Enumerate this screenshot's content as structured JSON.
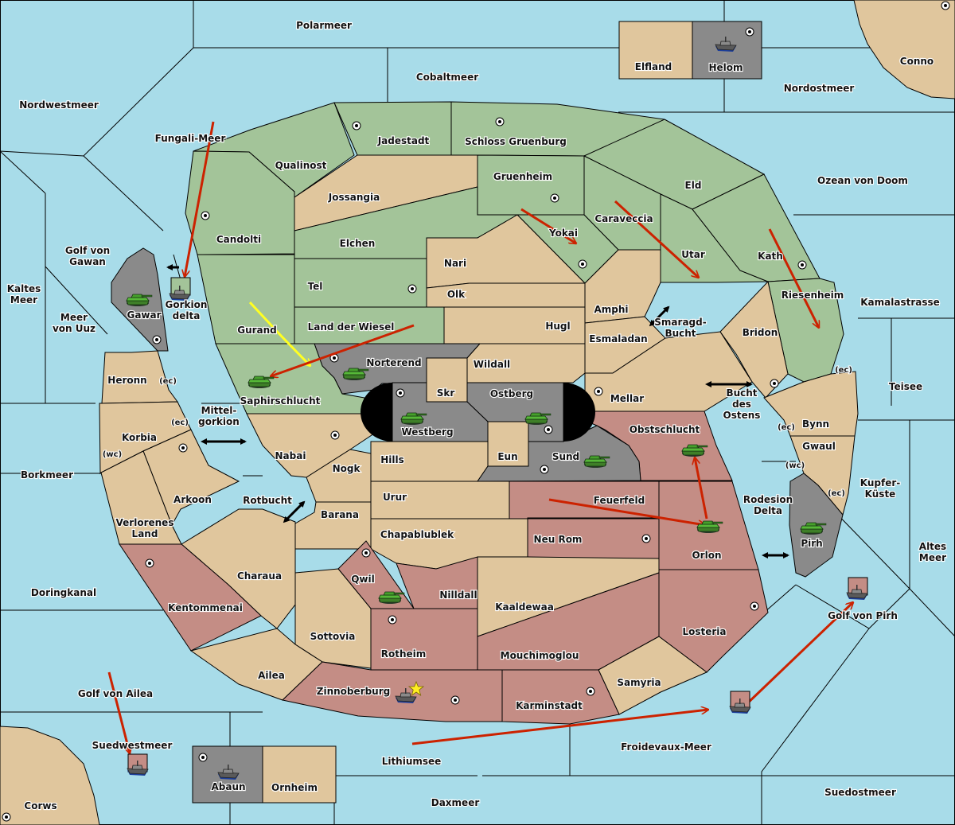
{
  "game": {
    "type": "diplomacy-style map",
    "colors": {
      "sea": "#a8dce9",
      "neutral_land": "#e0c69d",
      "green_power": "#a3c499",
      "red_power": "#c48d85",
      "gray_power": "#8a8a8a",
      "impassable": "#000000",
      "move_arrow": "#cc2200",
      "support_arrow": "#ffff22",
      "home_star": "#ffee22"
    }
  },
  "seas": [
    {
      "id": "polarmeer",
      "label": "Polarmeer"
    },
    {
      "id": "cobaltmeer",
      "label": "Cobaltmeer"
    },
    {
      "id": "nordwestmeer",
      "label": "Nordwestmeer"
    },
    {
      "id": "nordostmeer",
      "label": "Nordostmeer"
    },
    {
      "id": "fungali",
      "label": "Fungali-Meer"
    },
    {
      "id": "ozean",
      "label": "Ozean von Doom"
    },
    {
      "id": "golf_gawan",
      "label": "Golf von\nGawan"
    },
    {
      "id": "kaltes",
      "label": "Kaltes\nMeer"
    },
    {
      "id": "uuz",
      "label": "Meer\nvon Uuz"
    },
    {
      "id": "kamalastrasse",
      "label": "Kamalastrasse"
    },
    {
      "id": "teisee",
      "label": "Teisee"
    },
    {
      "id": "borkmeer",
      "label": "Borkmeer"
    },
    {
      "id": "mittelgorkion",
      "label": "Mittel-\ngorkion"
    },
    {
      "id": "rotbucht",
      "label": "Rotbucht"
    },
    {
      "id": "smaragd",
      "label": "Smaragd-\nBucht"
    },
    {
      "id": "bucht_ostens",
      "label": "Bucht\ndes\nOstens"
    },
    {
      "id": "rodesion",
      "label": "Rodesion\nDelta"
    },
    {
      "id": "kupfer",
      "label": "Kupfer-\nKüste"
    },
    {
      "id": "altes",
      "label": "Altes\nMeer"
    },
    {
      "id": "doringkanal",
      "label": "Doringkanal"
    },
    {
      "id": "golf_pirh",
      "label": "Golf von Pirh"
    },
    {
      "id": "golf_ailea",
      "label": "Golf von Ailea"
    },
    {
      "id": "suedwestmeer",
      "label": "Suedwestmeer"
    },
    {
      "id": "froidevaux",
      "label": "Froidevaux-Meer"
    },
    {
      "id": "lithiumsee",
      "label": "Lithiumsee"
    },
    {
      "id": "daxmeer",
      "label": "Daxmeer"
    },
    {
      "id": "suedostmeer",
      "label": "Suedostmeer"
    },
    {
      "id": "gorkion_delta",
      "label": "Gorkion\ndelta"
    }
  ],
  "provinces": [
    {
      "id": "elfland",
      "label": "Elfland",
      "owner": "neutral"
    },
    {
      "id": "helom",
      "label": "Helom",
      "owner": "gray",
      "sc": true
    },
    {
      "id": "conno",
      "label": "Conno",
      "owner": "neutral",
      "sc": true
    },
    {
      "id": "qualinost",
      "label": "Qualinost",
      "owner": "green"
    },
    {
      "id": "jadestadt",
      "label": "Jadestadt",
      "owner": "green",
      "sc": true
    },
    {
      "id": "schloss",
      "label": "Schloss Gruenburg",
      "owner": "green",
      "sc": true
    },
    {
      "id": "eld",
      "label": "Eld",
      "owner": "green"
    },
    {
      "id": "candolti",
      "label": "Candolti",
      "owner": "green",
      "sc": true
    },
    {
      "id": "jossangia",
      "label": "Jossangia",
      "owner": "neutral"
    },
    {
      "id": "gruenheim",
      "label": "Gruenheim",
      "owner": "green",
      "sc": true
    },
    {
      "id": "caraveccia",
      "label": "Caraveccia",
      "owner": "green"
    },
    {
      "id": "elchen",
      "label": "Elchen",
      "owner": "green"
    },
    {
      "id": "yokai",
      "label": "Yokai",
      "owner": "green",
      "sc": true
    },
    {
      "id": "utar",
      "label": "Utar",
      "owner": "green"
    },
    {
      "id": "kath",
      "label": "Kath",
      "owner": "green",
      "sc": true
    },
    {
      "id": "nari",
      "label": "Nari",
      "owner": "neutral"
    },
    {
      "id": "tel",
      "label": "Tel",
      "owner": "green",
      "sc": true
    },
    {
      "id": "olk",
      "label": "Olk",
      "owner": "neutral"
    },
    {
      "id": "gurand",
      "label": "Gurand",
      "owner": "green"
    },
    {
      "id": "amphi",
      "label": "Amphi",
      "owner": "neutral"
    },
    {
      "id": "riesenheim",
      "label": "Riesenheim",
      "owner": "green"
    },
    {
      "id": "gawar",
      "label": "Gawar",
      "owner": "gray",
      "sc": true
    },
    {
      "id": "land_wiesel",
      "label": "Land der Wiesel",
      "owner": "green"
    },
    {
      "id": "hugl",
      "label": "Hugl",
      "owner": "neutral"
    },
    {
      "id": "bridon",
      "label": "Bridon",
      "owner": "neutral",
      "sc": true
    },
    {
      "id": "esmaladan",
      "label": "Esmaladan",
      "owner": "neutral"
    },
    {
      "id": "norterend",
      "label": "Norterend",
      "owner": "gray",
      "sc": true
    },
    {
      "id": "wildall",
      "label": "Wildall",
      "owner": "neutral"
    },
    {
      "id": "heronn",
      "label": "Heronn",
      "owner": "neutral",
      "coasts": [
        "(ec)"
      ]
    },
    {
      "id": "saphirschlucht",
      "label": "Saphirschlucht",
      "owner": "green"
    },
    {
      "id": "skr",
      "label": "Skr",
      "owner": "neutral"
    },
    {
      "id": "ostberg",
      "label": "Ostberg",
      "owner": "gray",
      "sc": true
    },
    {
      "id": "mellar",
      "label": "Mellar",
      "owner": "neutral",
      "sc": true
    },
    {
      "id": "westberg",
      "label": "Westberg",
      "owner": "gray",
      "sc": true
    },
    {
      "id": "korbia",
      "label": "Korbia",
      "owner": "neutral",
      "coasts": [
        "(ec)",
        "(wc)"
      ]
    },
    {
      "id": "obstschlucht",
      "label": "Obstschlucht",
      "owner": "red"
    },
    {
      "id": "bynn",
      "label": "Bynn",
      "owner": "neutral",
      "coasts": [
        "(ec)",
        "(wc)"
      ]
    },
    {
      "id": "nabai",
      "label": "Nabai",
      "owner": "neutral",
      "sc": true
    },
    {
      "id": "eun",
      "label": "Eun",
      "owner": "neutral"
    },
    {
      "id": "hills",
      "label": "Hills",
      "owner": "neutral"
    },
    {
      "id": "sund",
      "label": "Sund",
      "owner": "gray",
      "sc": true
    },
    {
      "id": "gwaul",
      "label": "Gwaul",
      "owner": "neutral",
      "coasts": [
        "(wc)",
        "(ec)"
      ]
    },
    {
      "id": "nogk",
      "label": "Nogk",
      "owner": "neutral"
    },
    {
      "id": "arkoon",
      "label": "Arkoon",
      "owner": "neutral",
      "sc": true
    },
    {
      "id": "urur",
      "label": "Urur",
      "owner": "neutral"
    },
    {
      "id": "feuerfeld",
      "label": "Feuerfeld",
      "owner": "red"
    },
    {
      "id": "barana",
      "label": "Barana",
      "owner": "neutral"
    },
    {
      "id": "verlorenes",
      "label": "Verlorenes\nLand",
      "owner": "neutral"
    },
    {
      "id": "pirh",
      "label": "Pirh",
      "owner": "gray",
      "sc": true
    },
    {
      "id": "chapablublek",
      "label": "Chapablublek",
      "owner": "neutral"
    },
    {
      "id": "neu_rom",
      "label": "Neu Rom",
      "owner": "red",
      "sc": true
    },
    {
      "id": "orlon",
      "label": "Orlon",
      "owner": "red"
    },
    {
      "id": "charaua",
      "label": "Charaua",
      "owner": "neutral"
    },
    {
      "id": "qwil",
      "label": "Qwil",
      "owner": "red",
      "sc": true
    },
    {
      "id": "nilldall",
      "label": "Nilldall",
      "owner": "red"
    },
    {
      "id": "kentommenai",
      "label": "Kentommenai",
      "owner": "red",
      "sc": true
    },
    {
      "id": "kaaldewaa",
      "label": "Kaaldewaa",
      "owner": "neutral"
    },
    {
      "id": "losteria",
      "label": "Losteria",
      "owner": "red",
      "sc": true
    },
    {
      "id": "sottovia",
      "label": "Sottovia",
      "owner": "neutral"
    },
    {
      "id": "rotheim",
      "label": "Rotheim",
      "owner": "red",
      "sc": true
    },
    {
      "id": "mouchimoglou",
      "label": "Mouchimoglou",
      "owner": "red"
    },
    {
      "id": "ailea",
      "label": "Ailea",
      "owner": "neutral"
    },
    {
      "id": "samyria",
      "label": "Samyria",
      "owner": "neutral"
    },
    {
      "id": "zinnoberburg",
      "label": "Zinnoberburg",
      "owner": "red",
      "sc": true
    },
    {
      "id": "karminstadt",
      "label": "Karminstadt",
      "owner": "red",
      "sc": true
    },
    {
      "id": "abaun",
      "label": "Abaun",
      "owner": "gray",
      "sc": true
    },
    {
      "id": "ornheim",
      "label": "Ornheim",
      "owner": "neutral"
    },
    {
      "id": "corws",
      "label": "Corws",
      "owner": "neutral",
      "sc": true
    }
  ],
  "units": [
    {
      "type": "army",
      "power": "green",
      "location": "Gruenheim",
      "home_star": true
    },
    {
      "type": "army",
      "power": "green",
      "location": "Yokai"
    },
    {
      "type": "army",
      "power": "green",
      "location": "Utar"
    },
    {
      "type": "army",
      "power": "green",
      "location": "Riesenheim"
    },
    {
      "type": "army",
      "power": "green",
      "location": "Gurand"
    },
    {
      "type": "army",
      "power": "green",
      "location": "Saphirschlucht"
    },
    {
      "type": "army",
      "power": "green",
      "location": "Gawar"
    },
    {
      "type": "army",
      "power": "green",
      "location": "Norterend"
    },
    {
      "type": "army",
      "power": "green",
      "location": "Westberg"
    },
    {
      "type": "army",
      "power": "green",
      "location": "Ostberg"
    },
    {
      "type": "army",
      "power": "green",
      "location": "Sund"
    },
    {
      "type": "army",
      "power": "green",
      "location": "Obstschlucht"
    },
    {
      "type": "army",
      "power": "green",
      "location": "Orlon"
    },
    {
      "type": "army",
      "power": "green",
      "location": "Pirh"
    },
    {
      "type": "army",
      "power": "green",
      "location": "Qwil"
    },
    {
      "type": "fleet",
      "power": "gray",
      "location": "Helom"
    },
    {
      "type": "fleet",
      "power": "gray",
      "location": "Abaun"
    },
    {
      "type": "fleet",
      "power": "green",
      "location": "Gorkion delta"
    },
    {
      "type": "fleet",
      "power": "red",
      "location": "Zinnoberburg",
      "home_star": true
    },
    {
      "type": "fleet",
      "power": "red",
      "location": "Suedwestmeer"
    },
    {
      "type": "fleet",
      "power": "red",
      "location": "Froidevaux-Meer"
    },
    {
      "type": "fleet",
      "power": "red",
      "location": "Golf von Pirh"
    }
  ],
  "orders": [
    {
      "kind": "move",
      "from": "Fungali-Meer",
      "to": "Gorkion delta"
    },
    {
      "kind": "move",
      "from": "Gruenheim",
      "to": "Yokai"
    },
    {
      "kind": "move",
      "from": "Caraveccia",
      "to": "Utar"
    },
    {
      "kind": "move",
      "from": "Kath",
      "to": "Riesenheim"
    },
    {
      "kind": "support",
      "from": "Gurand",
      "to": "Saphirschlucht"
    },
    {
      "kind": "move",
      "from": "Land der Wiesel",
      "to": "Saphirschlucht"
    },
    {
      "kind": "move",
      "from": "Orlon",
      "to": "Obstschlucht"
    },
    {
      "kind": "move",
      "from": "Feuerfeld",
      "to": "Orlon"
    },
    {
      "kind": "move",
      "from": "Lithiumsee",
      "to": "Froidevaux-Meer"
    },
    {
      "kind": "move",
      "from": "Froidevaux-Meer",
      "to": "Golf von Pirh"
    },
    {
      "kind": "move",
      "from": "Golf von Ailea",
      "to": "Suedwestmeer"
    }
  ],
  "connectors": [
    {
      "name": "gorkion-delta-link"
    },
    {
      "name": "mittelgorkion-link"
    },
    {
      "name": "rotbucht-link"
    },
    {
      "name": "smaragd-link"
    },
    {
      "name": "bucht-ostens-link"
    },
    {
      "name": "rodesion-link"
    }
  ]
}
